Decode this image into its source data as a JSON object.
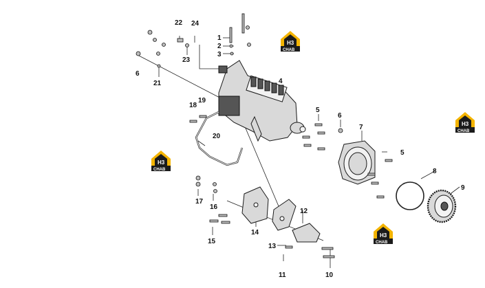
{
  "callouts": {
    "c1": "1",
    "c2": "2",
    "c3": "3",
    "c4": "4",
    "c5a": "5",
    "c5b": "5",
    "c6a": "6",
    "c6b": "6",
    "c7": "7",
    "c8": "8",
    "c9": "9",
    "c10": "10",
    "c11": "11",
    "c12": "12",
    "c13": "13",
    "c14": "14",
    "c15": "15",
    "c16": "16",
    "c17": "17",
    "c18": "18",
    "c19": "19",
    "c20": "20",
    "c21": "21",
    "c22": "22",
    "c23": "23",
    "c24": "24"
  },
  "watermark": {
    "letters": "H3",
    "word": "CHAB",
    "colors": {
      "accent": "#f4b400",
      "dark": "#1b1b1b"
    }
  }
}
